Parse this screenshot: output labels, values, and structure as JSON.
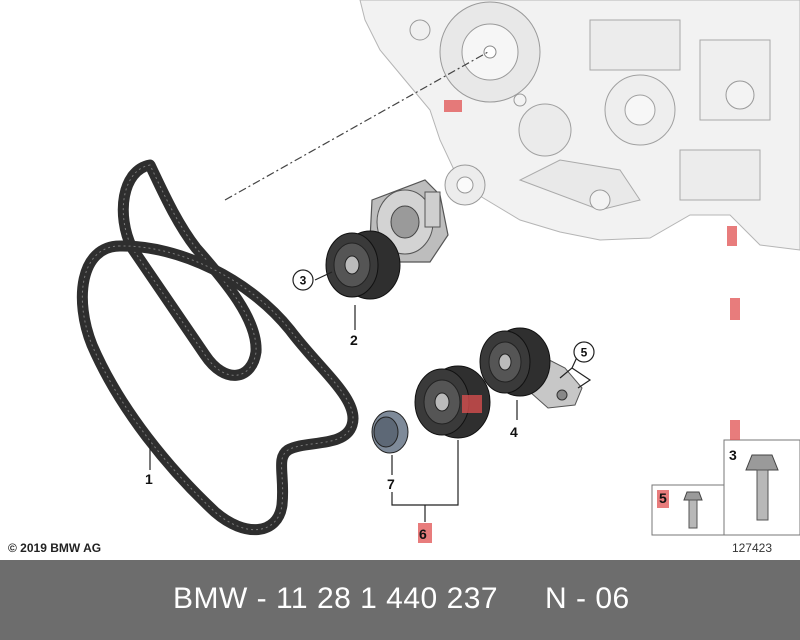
{
  "callouts": {
    "belt": "1",
    "tensioner": "2",
    "bolt_large": "3",
    "deflection_pulley": "4",
    "bolt_small": "5",
    "pulley_set": "6",
    "cover_cap": "7"
  },
  "circled_callouts": {
    "tensioner_bolt": "3",
    "pulley_bolt": "5"
  },
  "copyright": "© 2019 BMW AG",
  "drawing_number": "127423",
  "footer": {
    "part_number": "BMW - 11 28 1 440 237",
    "code": "N - 06"
  },
  "colors": {
    "footer_bg": "#6d6d6d",
    "highlight": "#e05050",
    "belt": "#3a3a3a"
  }
}
